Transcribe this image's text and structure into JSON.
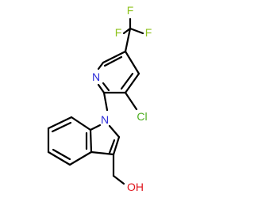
{
  "molecule": {
    "atoms": {
      "F_top": "F",
      "F_left": "F",
      "F_right": "F",
      "N_pyridine": "N",
      "Cl": "Cl",
      "N_indole": "N",
      "OH": "OH"
    },
    "colors": {
      "bond": "#000000",
      "fluorine": "#8fc31f",
      "nitrogen": "#2a2ad8",
      "chlorine": "#4cae1f",
      "oxygen": "#e0141c"
    }
  }
}
